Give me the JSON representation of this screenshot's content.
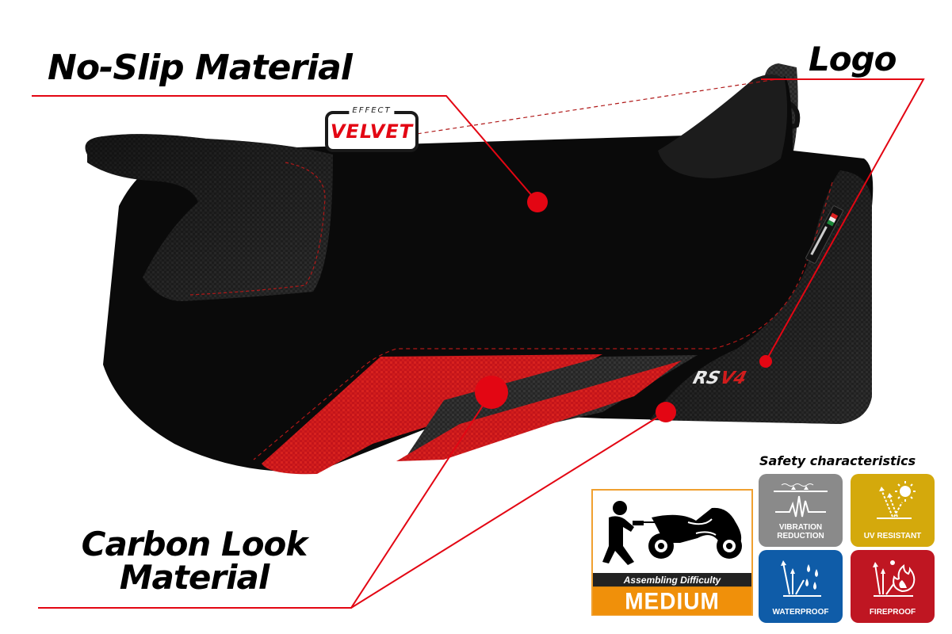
{
  "callouts": {
    "no_slip": "No-Slip Material",
    "logo": "Logo",
    "carbon_line1": "Carbon Look",
    "carbon_line2": "Material"
  },
  "velvet_badge": {
    "effect": "EFFECT",
    "word": "VELVET"
  },
  "seat_logo": {
    "text_white": "RS",
    "text_red": "V4"
  },
  "assembly": {
    "label": "Assembling Difficulty",
    "level": "MEDIUM",
    "icon": "mechanic-motorcycle-icon"
  },
  "safety": {
    "title": "Safety characteristics",
    "items": [
      {
        "label_line1": "VIBRATION",
        "label_line2": "REDUCTION",
        "icon": "vibration-icon",
        "color": "#8a8a8a"
      },
      {
        "label_line1": "UV RESISTANT",
        "label_line2": "",
        "icon": "uv-sun-icon",
        "color": "#d4a90c"
      },
      {
        "label_line1": "WATERPROOF",
        "label_line2": "",
        "icon": "water-drops-icon",
        "color": "#0f5ca8"
      },
      {
        "label_line1": "FIREPROOF",
        "label_line2": "",
        "icon": "flame-icon",
        "color": "#bf1622"
      }
    ]
  },
  "colors": {
    "accent_red": "#e30613",
    "seat_black": "#0a0a0a",
    "carbon_gray": "#2a2a2a",
    "difficulty_orange": "#f0900a"
  }
}
